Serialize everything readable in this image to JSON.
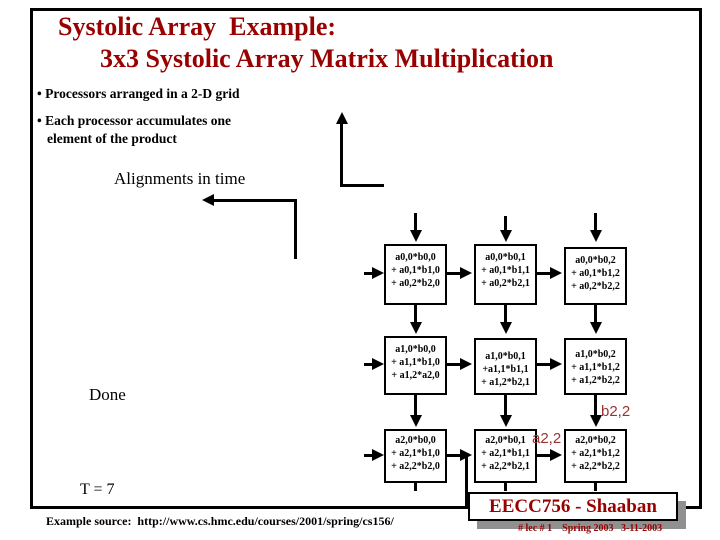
{
  "slide": {
    "title_line1": "Systolic Array  Example:",
    "title_line2": "3x3 Systolic Array Matrix Multiplication",
    "bullet1": "• Processors arranged in a 2-D grid",
    "bullet2_line1": "• Each processor accumulates one",
    "bullet2_line2": "element of the product",
    "alignments_label": "Alignments in time",
    "done_label": "Done",
    "time_label": "T = 7",
    "label_b22": "b2,2",
    "label_a22": "a2,2",
    "source_note": "Example source:  http://www.cs.hmc.edu/courses/2001/spring/cs156/",
    "footer_title": "EECC756 - Shaaban",
    "footer_sub": "# lec # 1    Spring 2003   3-11-2003"
  },
  "colors": {
    "accent_red": "#990000",
    "label_red": "#993333",
    "shadow_gray": "#909090",
    "black": "#000000"
  },
  "grid": {
    "boxes": [
      {
        "row": 0,
        "col": 0,
        "lines": [
          "a0,0*b0,0",
          "+ a0,1*b1,0",
          "+ a0,2*b2,0"
        ]
      },
      {
        "row": 0,
        "col": 1,
        "lines": [
          "a0,0*b0,1",
          "+ a0,1*b1,1",
          "+ a0,2*b2,1"
        ]
      },
      {
        "row": 0,
        "col": 2,
        "lines": [
          "a0,0*b0,2",
          "+ a0,1*b1,2",
          "+ a0,2*b2,2"
        ]
      },
      {
        "row": 1,
        "col": 0,
        "lines": [
          "a1,0*b0,0",
          "+ a1,1*b1,0",
          "+ a1,2*a2,0"
        ]
      },
      {
        "row": 1,
        "col": 1,
        "lines": [
          "a1,0*b0,1",
          "+a1,1*b1,1",
          "+ a1,2*b2,1"
        ]
      },
      {
        "row": 1,
        "col": 2,
        "lines": [
          "a1,0*b0,2",
          "+ a1,1*b1,2",
          "+ a1,2*b2,2"
        ]
      },
      {
        "row": 2,
        "col": 0,
        "lines": [
          "a2,0*b0,0",
          "+ a2,1*b1,0",
          "+ a2,2*b2,0"
        ]
      },
      {
        "row": 2,
        "col": 1,
        "lines": [
          "a2,0*b0,1",
          "+ a2,1*b1,1",
          "+ a2,2*b2,1"
        ]
      },
      {
        "row": 2,
        "col": 2,
        "lines": [
          "a2,0*b0,2",
          "+ a2,1*b1,2",
          "+ a2,2*b2,2"
        ]
      }
    ]
  }
}
